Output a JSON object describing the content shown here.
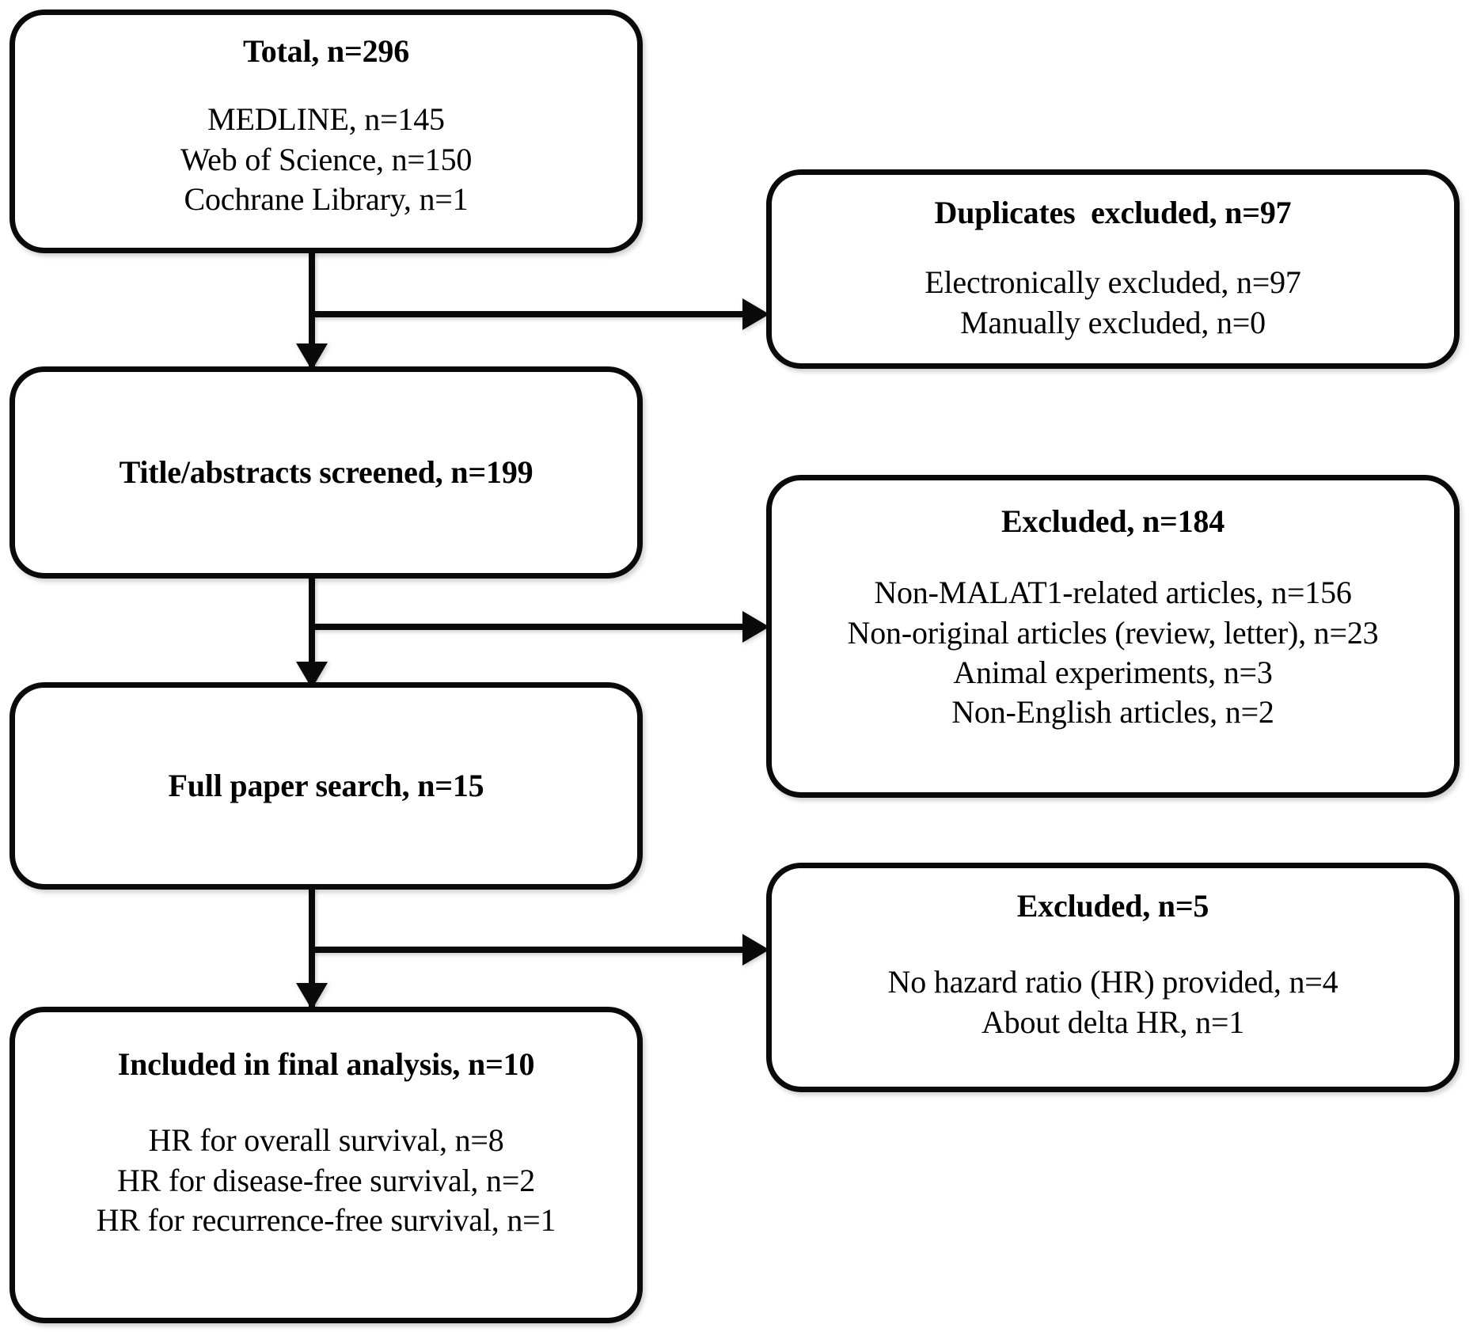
{
  "diagram": {
    "type": "prisma-flow-diagram",
    "orientation": "vertical-with-right-exclusion-branches",
    "colors": {
      "line": "#0a0a0a",
      "box_border": "#0a0a0a",
      "background": "#ffffff",
      "text": "#000000"
    },
    "boxes": {
      "total": {
        "title": "Total, n=296",
        "lines": [
          "MEDLINE, n=145",
          "Web of Science, n=150",
          "Cochrane Library, n=1"
        ]
      },
      "duplicates": {
        "title": "Duplicates  excluded, n=97",
        "lines": [
          "Electronically excluded, n=97",
          "Manually excluded, n=0"
        ]
      },
      "screened": {
        "title": "Title/abstracts screened, n=199",
        "lines": []
      },
      "excluded184": {
        "title": "Excluded, n=184",
        "lines": [
          "Non-MALAT1-related articles, n=156",
          "Non-original articles (review, letter), n=23",
          "Animal experiments, n=3",
          "Non-English articles, n=2"
        ]
      },
      "fullpaper": {
        "title": "Full paper search, n=15",
        "lines": []
      },
      "excluded5": {
        "title": "Excluded, n=5",
        "lines": [
          "No hazard ratio (HR) provided, n=4",
          "About delta HR, n=1"
        ]
      },
      "included": {
        "title": "Included in final analysis, n=10",
        "lines": [
          "HR for overall survival, n=8",
          "HR for disease-free survival, n=2",
          "HR for recurrence-free survival, n=1"
        ]
      }
    },
    "connectors": [
      {
        "name": "total-to-screened",
        "kind": "arrow-down"
      },
      {
        "name": "total-to-duplicates",
        "kind": "arrow-right"
      },
      {
        "name": "screened-to-fullpaper",
        "kind": "arrow-down"
      },
      {
        "name": "screened-to-excluded184",
        "kind": "arrow-right"
      },
      {
        "name": "fullpaper-to-included",
        "kind": "arrow-down"
      },
      {
        "name": "fullpaper-to-excluded5",
        "kind": "arrow-right"
      }
    ]
  }
}
